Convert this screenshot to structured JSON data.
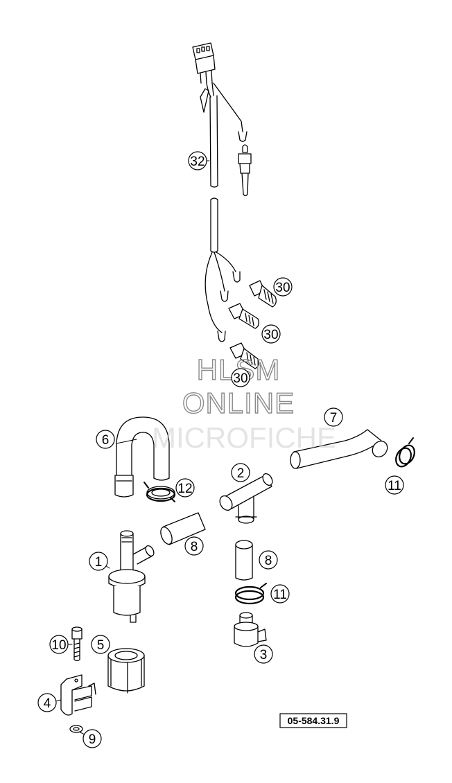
{
  "diagram": {
    "reference_number": "05-584.31.9",
    "watermark": [
      "HLSM",
      "ONLINE",
      "MICROFICHE"
    ],
    "callouts": [
      {
        "id": "c32",
        "label": "32"
      },
      {
        "id": "c30a",
        "label": "30"
      },
      {
        "id": "c30b",
        "label": "30"
      },
      {
        "id": "c30c",
        "label": "30"
      },
      {
        "id": "c7",
        "label": "7"
      },
      {
        "id": "c6",
        "label": "6"
      },
      {
        "id": "c11a",
        "label": "11"
      },
      {
        "id": "c2",
        "label": "2"
      },
      {
        "id": "c12",
        "label": "12"
      },
      {
        "id": "c8a",
        "label": "8"
      },
      {
        "id": "c1",
        "label": "1"
      },
      {
        "id": "c8b",
        "label": "8"
      },
      {
        "id": "c11b",
        "label": "11"
      },
      {
        "id": "c10",
        "label": "10"
      },
      {
        "id": "c5",
        "label": "5"
      },
      {
        "id": "c3",
        "label": "3"
      },
      {
        "id": "c4",
        "label": "4"
      },
      {
        "id": "c9",
        "label": "9"
      }
    ]
  }
}
